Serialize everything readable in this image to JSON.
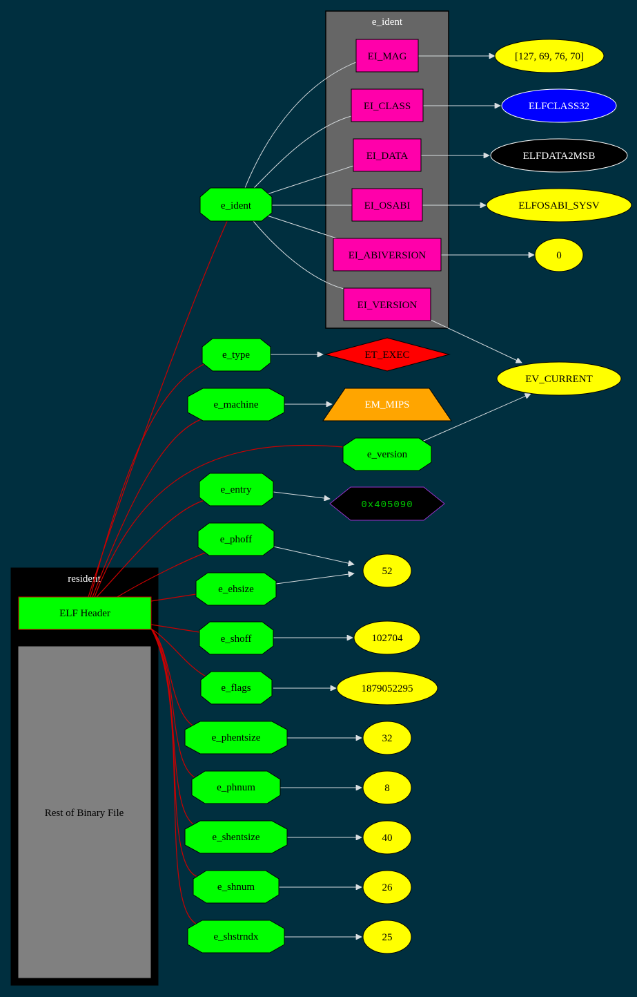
{
  "colors": {
    "background": "#002f3f",
    "field_node": "#00ff00",
    "ident_box": "#ff00aa",
    "value_node": "#ffff00",
    "red_edge": "#cc0000",
    "white_edge": "#d8dde0"
  },
  "clusters": {
    "e_ident": {
      "label": "e_ident"
    },
    "resident": {
      "label": "resident"
    }
  },
  "nodes": {
    "elf_header": "ELF Header",
    "rest": "Rest of Binary File",
    "e_ident": "e_ident",
    "e_type": "e_type",
    "e_machine": "e_machine",
    "e_version": "e_version",
    "e_entry": "e_entry",
    "e_phoff": "e_phoff",
    "e_ehsize": "e_ehsize",
    "e_shoff": "e_shoff",
    "e_flags": "e_flags",
    "e_phentsize": "e_phentsize",
    "e_phnum": "e_phnum",
    "e_shentsize": "e_shentsize",
    "e_shnum": "e_shnum",
    "e_shstrndx": "e_shstrndx",
    "ei_mag": "EI_MAG",
    "ei_class": "EI_CLASS",
    "ei_data": "EI_DATA",
    "ei_osabi": "EI_OSABI",
    "ei_abiversion": "EI_ABIVERSION",
    "ei_version": "EI_VERSION",
    "v_mag": "[127, 69, 76, 70]",
    "v_class": "ELFCLASS32",
    "v_data": "ELFDATA2MSB",
    "v_osabi": "ELFOSABI_SYSV",
    "v_abiversion": "0",
    "v_ev_current": "EV_CURRENT",
    "v_type": "ET_EXEC",
    "v_machine": "EM_MIPS",
    "v_entry": "0x405090",
    "v_52": "52",
    "v_shoff": "102704",
    "v_flags": "1879052295",
    "v_phentsize": "32",
    "v_phnum": "8",
    "v_shentsize": "40",
    "v_shnum": "26",
    "v_shstrndx": "25"
  }
}
